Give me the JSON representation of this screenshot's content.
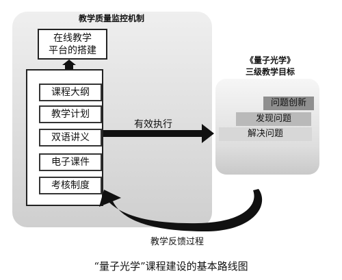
{
  "left_panel": {
    "title": "教学质量监控机制",
    "platform": {
      "line1": "在线教学",
      "line2": "平台的搭建"
    },
    "items": [
      "课程大纲",
      "教学计划",
      "双语讲义",
      "电子课件",
      "考核制度"
    ]
  },
  "right_panel": {
    "title_line1": "《量子光学》",
    "title_line2": "三级教学目标",
    "steps": [
      "解决问题",
      "发现问题",
      "问题创新"
    ]
  },
  "arrows": {
    "execute_label": "有效执行",
    "feedback_label": "教学反馈过程"
  },
  "caption": "“量子光学”课程建设的基本路线图",
  "colors": {
    "panel_gray": "#dcdcdc",
    "step_light": "#d7d7d7",
    "step_mid": "#b9b9b9",
    "step_dark": "#8f8f8f",
    "arrow": "#111111"
  }
}
